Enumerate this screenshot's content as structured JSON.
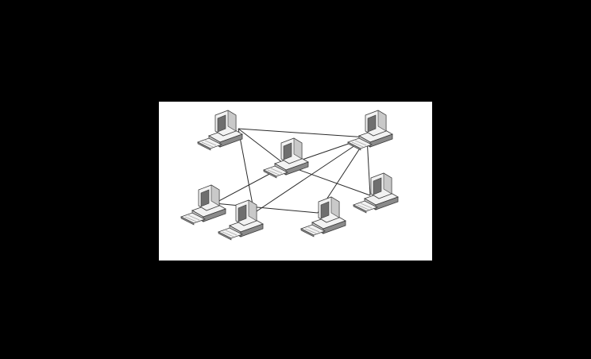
{
  "colors": {
    "background": "#000000",
    "panel": "#ffffff",
    "link": "#2b2b2b",
    "device_light": "#f2f2f2",
    "device_mid": "#c9c9c9",
    "device_dark": "#8a8a8a",
    "screen": "#6f6f6f",
    "outline": "#3a3a3a"
  },
  "diagram": {
    "topology": "mesh",
    "node_icon": "desktop-computer-icon",
    "nodes": [
      {
        "id": "pc-top-left"
      },
      {
        "id": "pc-top-right"
      },
      {
        "id": "pc-center"
      },
      {
        "id": "pc-mid-right"
      },
      {
        "id": "pc-mid-left"
      },
      {
        "id": "pc-bottom-left"
      },
      {
        "id": "pc-bottom-right"
      }
    ],
    "links": [
      [
        "pc-top-left",
        "pc-top-right"
      ],
      [
        "pc-top-left",
        "pc-center"
      ],
      [
        "pc-top-left",
        "pc-bottom-left"
      ],
      [
        "pc-top-right",
        "pc-center"
      ],
      [
        "pc-top-right",
        "pc-bottom-left"
      ],
      [
        "pc-top-right",
        "pc-bottom-right"
      ],
      [
        "pc-top-right",
        "pc-mid-right"
      ],
      [
        "pc-center",
        "pc-mid-left"
      ],
      [
        "pc-center",
        "pc-mid-right"
      ],
      [
        "pc-mid-left",
        "pc-bottom-right"
      ]
    ]
  }
}
